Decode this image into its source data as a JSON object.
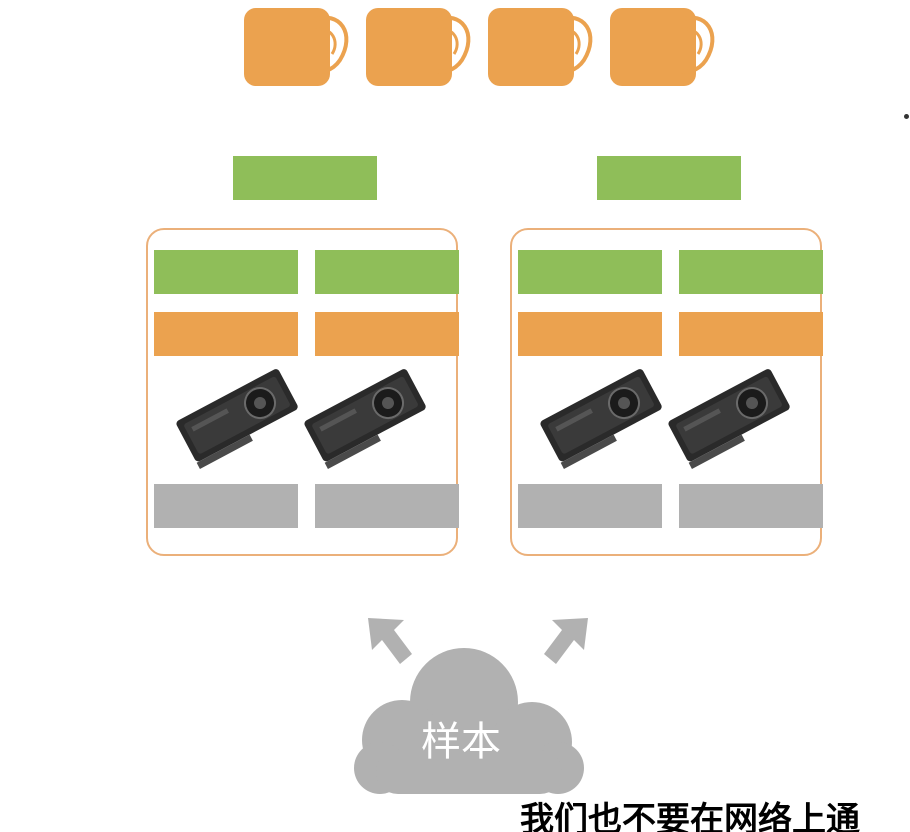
{
  "colors": {
    "orange": "#EBA24F",
    "green": "#8FBE59",
    "gray": "#B1B1B1",
    "border": "#EBB07A",
    "cloud": "#B1B1B1"
  },
  "top_mugs": [
    {
      "icon": "mug-icon"
    },
    {
      "icon": "mug-icon"
    },
    {
      "icon": "mug-icon"
    },
    {
      "icon": "mug-icon"
    }
  ],
  "workers": [
    {
      "gpus": 2,
      "icon": "gpu-card-icon"
    },
    {
      "gpus": 2,
      "icon": "gpu-card-icon"
    }
  ],
  "cloud": {
    "label": "样本",
    "icon": "cloud-icon"
  },
  "caption": {
    "text": "我们也不要在网络上通"
  }
}
